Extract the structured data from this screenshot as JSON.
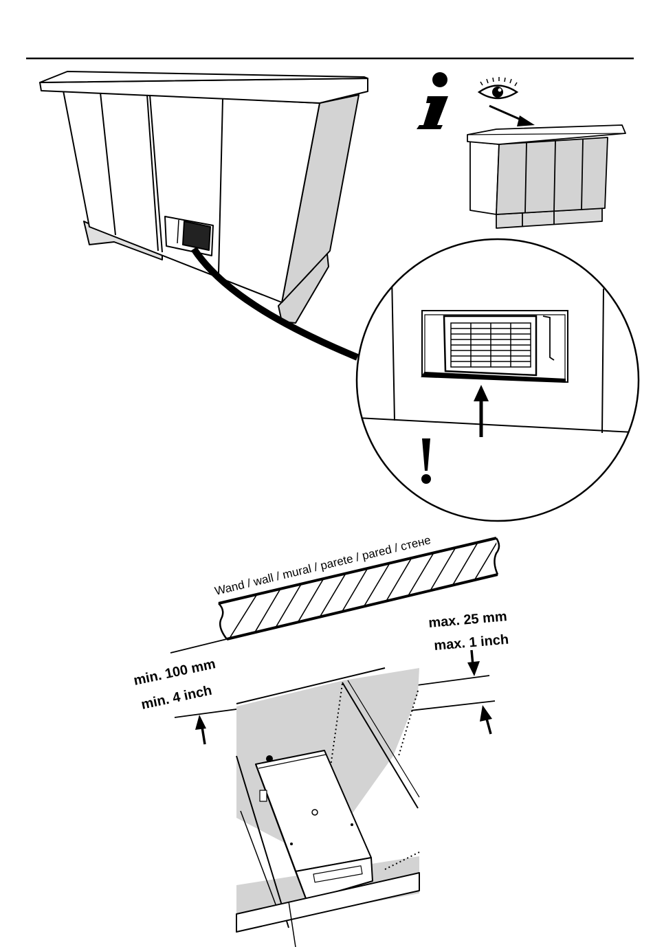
{
  "labels": {
    "wall": "Wand / wall / mural / parete / pared / стене",
    "min_mm": "min. 100 mm",
    "min_inch": "min. 4 inch",
    "max_mm": "max. 25 mm",
    "max_inch": "max. 1 inch"
  },
  "symbols": {
    "info": "info-icon",
    "eye": "eye-icon",
    "warning": "exclamation-icon"
  },
  "colors": {
    "line": "#000000",
    "shade": "#d3d3d3",
    "light_shade": "#e6e6e6",
    "paper": "#ffffff"
  }
}
